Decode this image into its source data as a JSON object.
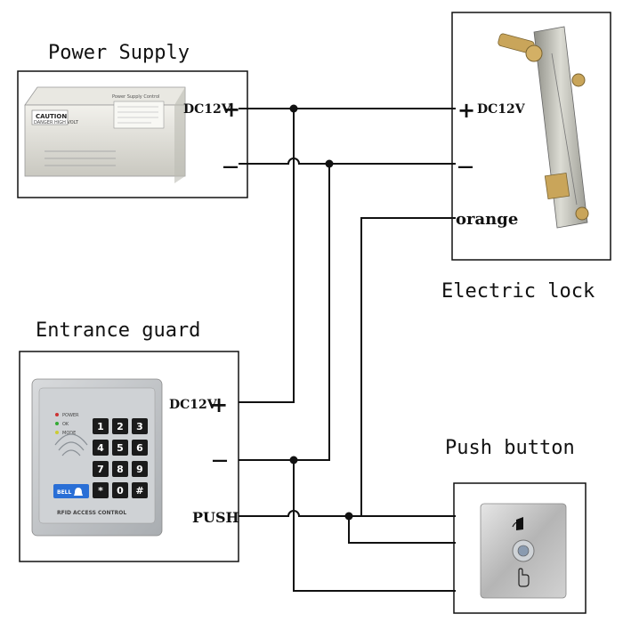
{
  "power_supply": {
    "title": "Power Supply",
    "positive_label": "DC12V",
    "positive_sign": "+",
    "negative_sign": "—",
    "device_caution": "CAUTION",
    "device_caution_sub": "DANGER HIGH VOLT",
    "device_header": "Power Supply Control"
  },
  "electric_lock": {
    "title": "Electric lock",
    "positive_sign": "+",
    "positive_label": "DC12V",
    "negative_sign": "—",
    "orange_label": "orange"
  },
  "entrance_guard": {
    "title": "Entrance guard",
    "positive_label": "DC12V",
    "positive_sign": "+",
    "negative_sign": "—",
    "push_label": "PUSH",
    "keypad_keys": [
      "1",
      "2",
      "3",
      "4",
      "5",
      "6",
      "7",
      "8",
      "9",
      "*",
      "0",
      "#"
    ],
    "indicator_labels": [
      "POWER",
      "OK",
      "MODE"
    ],
    "bell_label": "BELL",
    "device_caption": "RFID ACCESS CONTROL"
  },
  "push_button": {
    "title": "Push button"
  },
  "colors": {
    "wire": "#111111",
    "keypad_key": "#1b1b1b",
    "bell": "#2a6fd6",
    "plate": "#b8b8b8"
  }
}
